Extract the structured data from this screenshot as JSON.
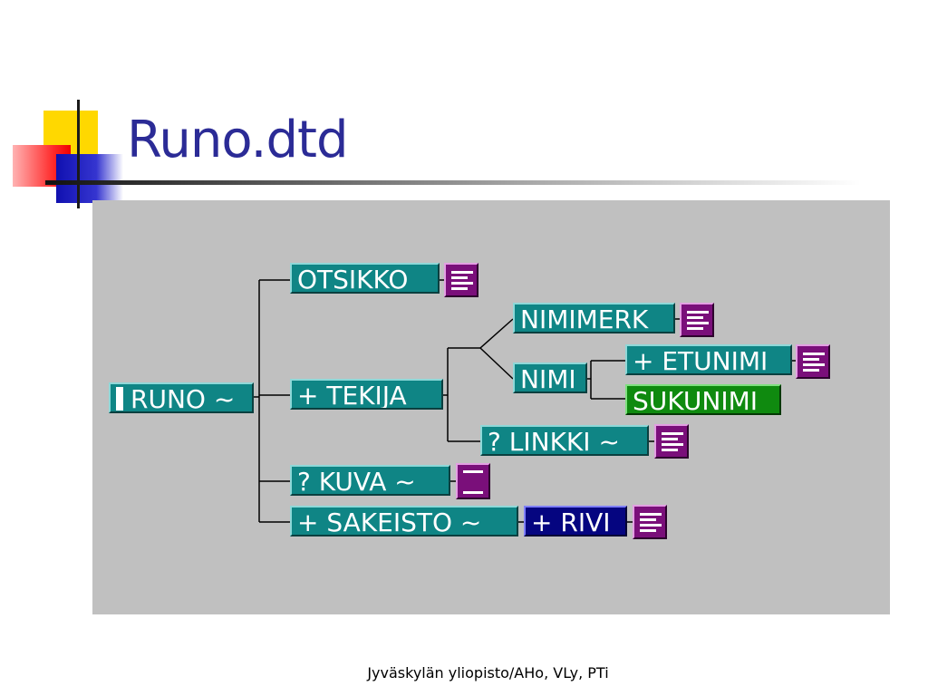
{
  "slide": {
    "title": "Runo.dtd",
    "footer": "Jyväskylän yliopisto/AHo, VLy, PTi"
  },
  "tree": {
    "runo": "RUNO ~",
    "otsikko": "OTSIKKO",
    "tekija": "+ TEKIJA",
    "nimimerk": "NIMIMERK",
    "nimi": "NIMI",
    "etunimi": "+ ETUNIMI",
    "sukunimi": "SUKUNIMI",
    "linkki": "? LINKKI ~",
    "kuva": "? KUVA ~",
    "sakeisto": "+ SAKEISTO ~",
    "rivi": "+ RIVI"
  },
  "icons": {
    "text_content": "text-content-icon",
    "empty_content": "empty-content-icon"
  },
  "colors": {
    "element": "#0f8585",
    "selected_element": "#0f8a0f",
    "highlighted_element": "#050580",
    "icon": "#7a0f7a",
    "panel": "#c0c0c0",
    "title": "#2b2b96"
  }
}
